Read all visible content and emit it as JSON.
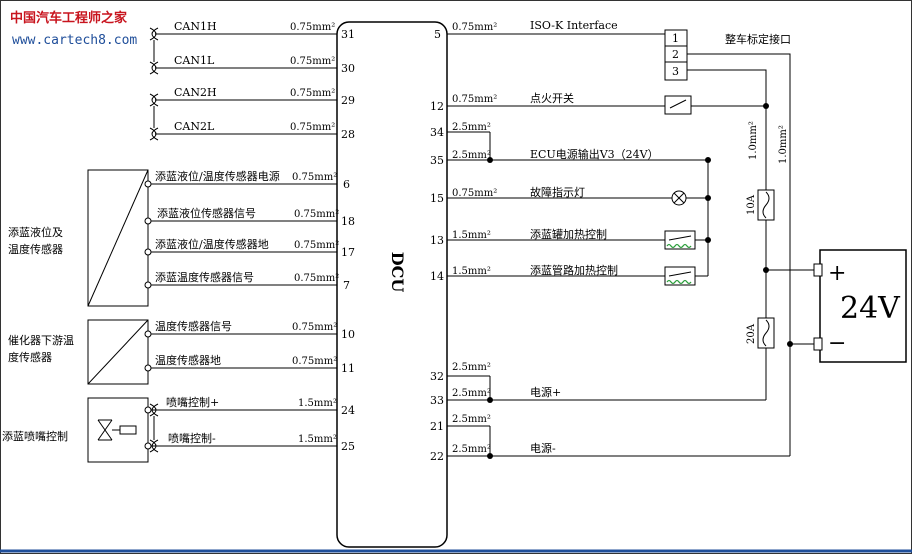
{
  "watermark": {
    "title": "中国汽车工程师之家",
    "url": "www.cartech8.com"
  },
  "dcu": {
    "label": "DCU"
  },
  "left_signals": [
    {
      "pin": "31",
      "name": "CAN1H",
      "size": "0.75mm²"
    },
    {
      "pin": "30",
      "name": "CAN1L",
      "size": "0.75mm²"
    },
    {
      "pin": "29",
      "name": "CAN2H",
      "size": "0.75mm²"
    },
    {
      "pin": "28",
      "name": "CAN2L",
      "size": "0.75mm²"
    },
    {
      "pin": "6",
      "name": "添蓝液位/温度传感器电源",
      "size": "0.75mm²"
    },
    {
      "pin": "18",
      "name": "添蓝液位传感器信号",
      "size": "0.75mm²"
    },
    {
      "pin": "17",
      "name": "添蓝液位/温度传感器地",
      "size": "0.75mm²"
    },
    {
      "pin": "7",
      "name": "添蓝温度传感器信号",
      "size": "0.75mm²"
    },
    {
      "pin": "10",
      "name": "温度传感器信号",
      "size": "0.75mm²"
    },
    {
      "pin": "11",
      "name": "温度传感器地",
      "size": "0.75mm²"
    },
    {
      "pin": "24",
      "name": "喷嘴控制+",
      "size": "1.5mm²"
    },
    {
      "pin": "25",
      "name": "喷嘴控制-",
      "size": "1.5mm²"
    }
  ],
  "left_devices": [
    {
      "name": "添蓝液位及\n温度传感器"
    },
    {
      "name": "催化器下游温\n度传感器"
    },
    {
      "name": "添蓝喷嘴控制"
    }
  ],
  "right_signals": [
    {
      "pin": "5",
      "size": "0.75mm²",
      "name": "ISO-K  Interface"
    },
    {
      "pin": "12",
      "size": "0.75mm²",
      "name": "点火开关"
    },
    {
      "pin": "34",
      "size": "2.5mm²",
      "name": ""
    },
    {
      "pin": "35",
      "size": "2.5mm²",
      "name": "ECU电源输出V3（24V）"
    },
    {
      "pin": "15",
      "size": "0.75mm²",
      "name": "故障指示灯"
    },
    {
      "pin": "13",
      "size": "1.5mm²",
      "name": "添蓝罐加热控制"
    },
    {
      "pin": "14",
      "size": "1.5mm²",
      "name": "添蓝管路加热控制"
    },
    {
      "pin": "32",
      "size": "2.5mm²",
      "name": ""
    },
    {
      "pin": "33",
      "size": "2.5mm²",
      "name": "电源+"
    },
    {
      "pin": "21",
      "size": "2.5mm²",
      "name": ""
    },
    {
      "pin": "22",
      "size": "2.5mm²",
      "name": "电源-"
    }
  ],
  "connector": {
    "label": "整车标定接口",
    "pins": [
      "1",
      "2",
      "3"
    ]
  },
  "fuses": [
    {
      "rating": "10A"
    },
    {
      "rating": "20A"
    }
  ],
  "vertical_wires": [
    {
      "size": "1.0mm²"
    },
    {
      "size": "1.0mm²"
    }
  ],
  "battery": {
    "voltage": "24V",
    "plus": "+",
    "minus": "−"
  }
}
